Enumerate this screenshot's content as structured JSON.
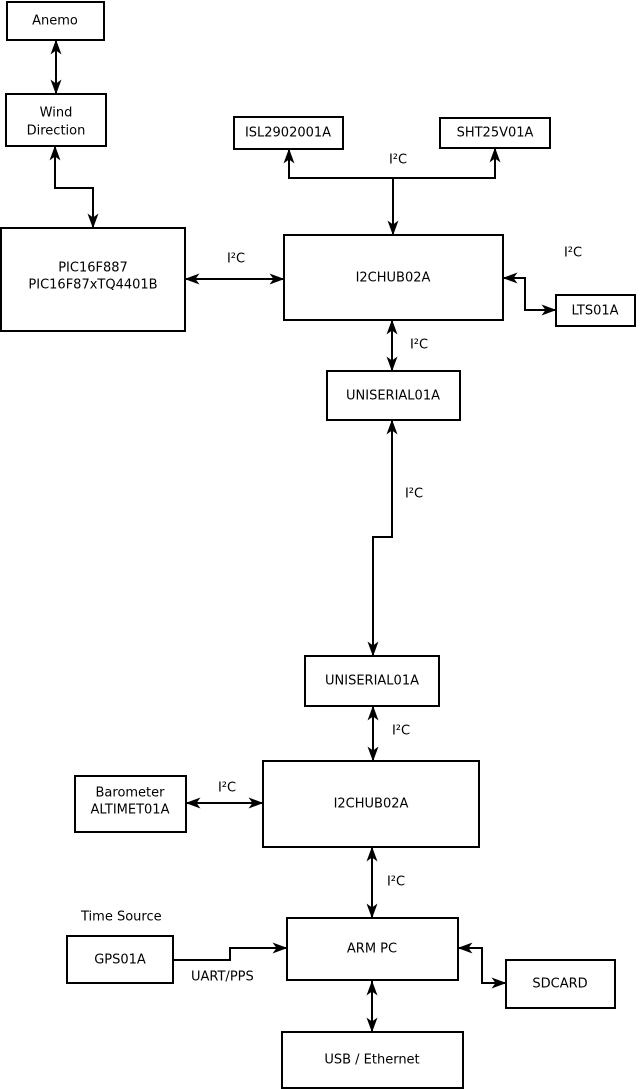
{
  "nodes": {
    "anemo": {
      "label": "Anemo"
    },
    "wind_direction": {
      "line1": "Wind",
      "line2": "Direction"
    },
    "pic": {
      "line1": "PIC16F887",
      "line2": "PIC16F87xTQ4401B"
    },
    "isl2902001a": {
      "label": "ISL2902001A"
    },
    "sht25v01a": {
      "label": "SHT25V01A"
    },
    "i2chub_top": {
      "label": "I2CHUB02A"
    },
    "lts01a": {
      "label": "LTS01A"
    },
    "uniserial_top": {
      "label": "UNISERIAL01A"
    },
    "uniserial_bottom": {
      "label": "UNISERIAL01A"
    },
    "i2chub_bottom": {
      "label": "I2CHUB02A"
    },
    "barometer": {
      "line1": "Barometer",
      "line2": "ALTIMET01A"
    },
    "gps01a": {
      "label": "GPS01A"
    },
    "arm_pc": {
      "label": "ARM PC"
    },
    "sdcard": {
      "label": "SDCARD"
    },
    "usb_ethernet": {
      "label": "USB / Ethernet"
    }
  },
  "labels": {
    "i2c": "I²C",
    "uart_pps": "UART/PPS",
    "time_source": "Time Source"
  },
  "colors": {
    "background": "#ffffff",
    "stroke": "#000000",
    "box_fill": "#ffffff",
    "text": "#000000"
  }
}
